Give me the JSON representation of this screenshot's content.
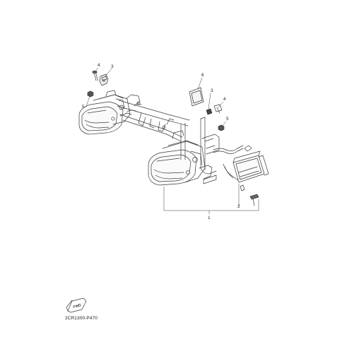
{
  "diagram": {
    "part_code": "2CR1300-P470",
    "direction_badge": "FWD",
    "callouts": {
      "c1": "1",
      "c2": "2",
      "c3_upper": "3",
      "c4_upper": "4",
      "c5_upper": "5",
      "c6": "6",
      "c3_lower": "3",
      "c4_lower": "4",
      "c5_lower": "5"
    }
  }
}
